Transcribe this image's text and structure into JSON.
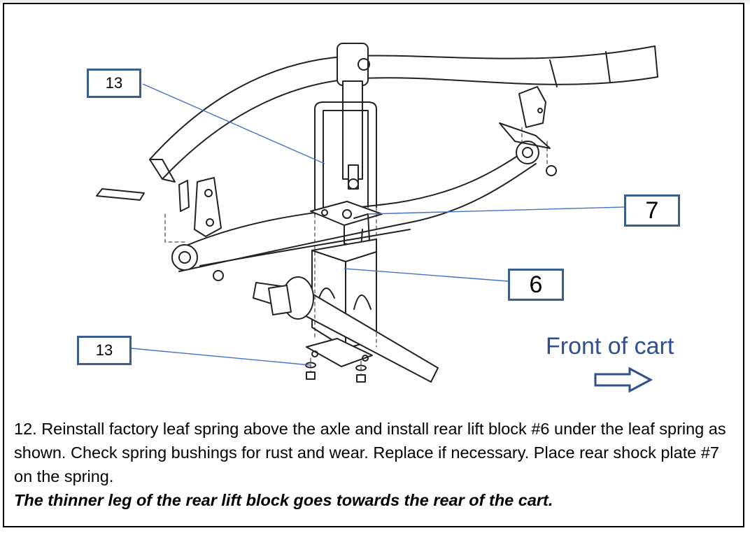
{
  "callouts": {
    "top_left": "13",
    "bottom_left": "13",
    "plate": "7",
    "block": "6"
  },
  "direction_label": "Front of cart",
  "instructions": {
    "step_text": "12. Reinstall factory leaf spring above the axle and install rear lift block #6 under the leaf spring as shown. Check spring bushings for rust and wear. Replace if necessary. Place rear shock plate #7 on the spring.",
    "note": "The  thinner leg of  the rear lift block goes towards the rear of the cart."
  },
  "colors": {
    "callout_border": "#3a5f8a",
    "leader_line": "#4472c4",
    "direction_text": "#2f4f8f",
    "line_art": "#222222"
  }
}
